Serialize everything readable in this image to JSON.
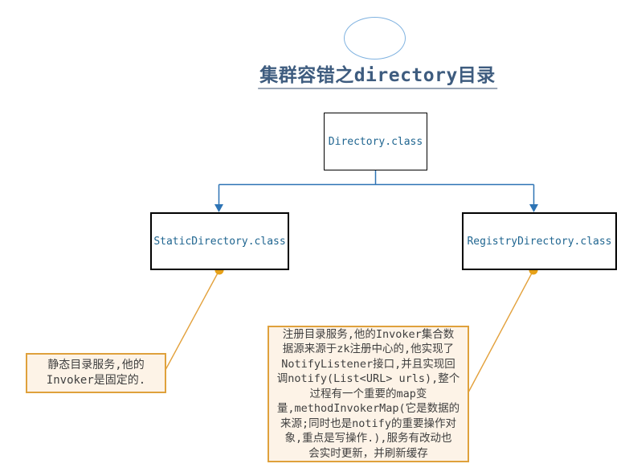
{
  "diagram": {
    "title": "集群容错之directory目录",
    "nodes": {
      "root": {
        "label": "Directory.class"
      },
      "left": {
        "label": "StaticDirectory.class"
      },
      "right": {
        "label": "RegistryDirectory.class"
      }
    },
    "notes": {
      "left": "静态目录服务,他的\nInvoker是固定的.",
      "right": "注册目录服务,他的Invoker集合数\n据源来源于zk注册中心的,他实现了\nNotifyListener接口,并且实现回\n调notify(List<URL> urls),整个\n过程有一个重要的map变\n量,methodInvokerMap(它是数据的\n来源;同时也是notify的重要操作对\n象,重点是写操作.),服务有改动也\n会实时更新，并刷新缓存"
    },
    "colors": {
      "title_text": "#3e5c7f",
      "title_underline": "#9aa6b6",
      "node_text": "#1f6590",
      "node_border": "#000000",
      "tree_connector": "#2e74b5",
      "callout_connector": "#e3a13c",
      "anchor_dot": "#e7a118",
      "note_border": "#dfa13c",
      "note_background": "#fdf3e7",
      "ellipse_border": "#7fb2e0"
    }
  }
}
